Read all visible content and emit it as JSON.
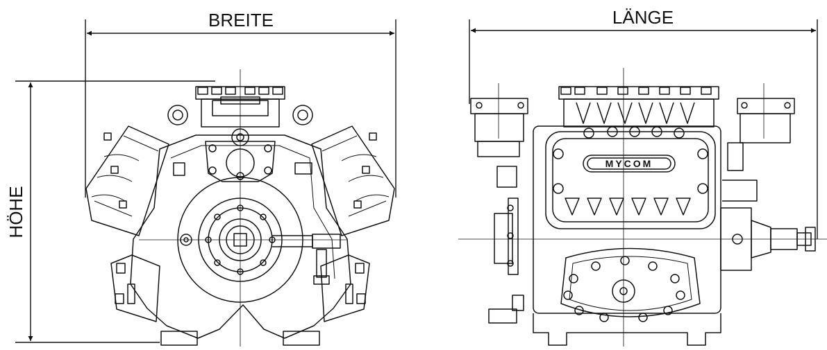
{
  "dimensions": {
    "width_label": "BREITE",
    "length_label": "LÄNGE",
    "height_label": "HÖHE"
  },
  "front_view": {
    "brand_plate": ""
  },
  "side_view": {
    "brand_plate": "MYCOM"
  },
  "colors": {
    "line": "#111111",
    "background": "#ffffff"
  }
}
